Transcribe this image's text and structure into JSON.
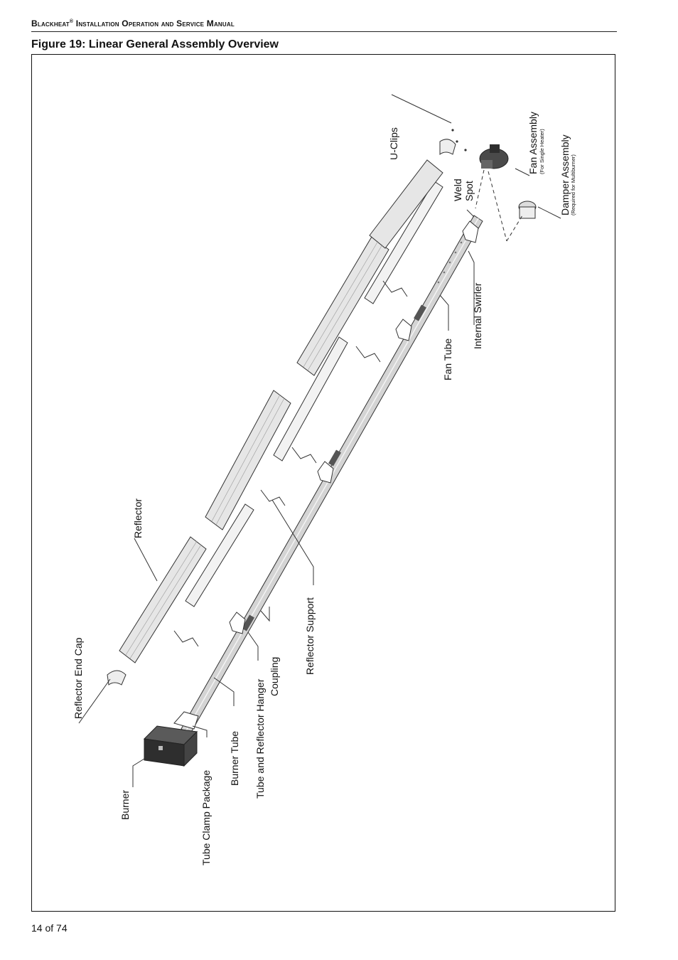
{
  "header": {
    "brand": "Blackheat",
    "registered_mark": "®",
    "manual_title": "Installation Operation and Service Manual"
  },
  "figure": {
    "title": "Figure 19: Linear General Assembly Overview",
    "labels": {
      "u_clips": "U-Clips",
      "fan_assembly": "Fan Assembly",
      "fan_assembly_note": "(For Single Heater)",
      "damper_assembly": "Damper Assembly",
      "damper_assembly_note": "(Required for Multiburner)",
      "weld_line1": "Weld",
      "weld_line2": "Spot",
      "internal_swirler": "Internal Swirler",
      "fan_tube": "Fan Tube",
      "reflector": "Reflector",
      "reflector_support": "Reflector Support",
      "coupling": "Coupling",
      "tube_reflector_hanger": "Tube and Reflector Hanger",
      "burner_tube": "Burner Tube",
      "tube_clamp_package": "Tube Clamp Package",
      "burner": "Burner",
      "reflector_end_cap": "Reflector End Cap"
    },
    "colors": {
      "reflector_fill": "#e6e6e6",
      "tube_fill": "#d4d4d4",
      "burner_fill": "#2e2e2e",
      "fan_fill": "#4a4a4a"
    }
  },
  "footer": {
    "page": "14 of 74"
  }
}
